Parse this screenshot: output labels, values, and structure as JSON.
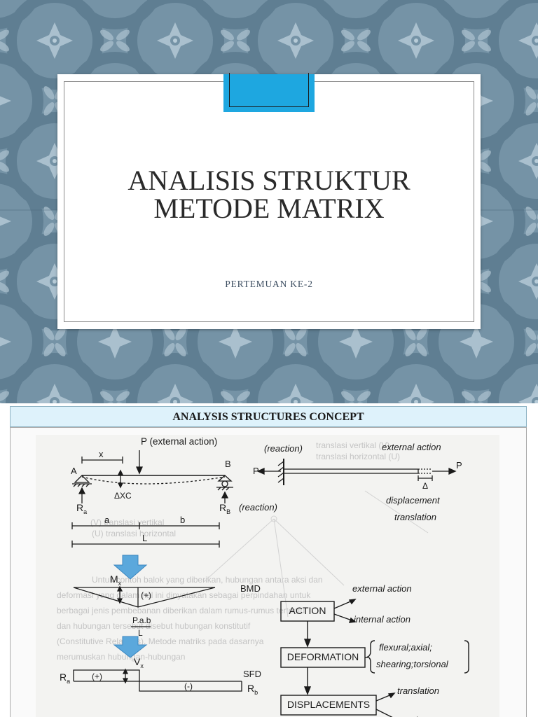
{
  "slide1": {
    "title_line1": "ANALISIS STRUKTUR",
    "title_line2": "METODE MATRIX",
    "subtitle": "PERTEMUAN KE-2",
    "colors": {
      "pattern_bg": "#7593a6",
      "pattern_ink": "#5f7e92",
      "accent": "#1ea7e0"
    }
  },
  "slide2": {
    "header": "ANALYSIS STRUCTURES CONCEPT",
    "beam": {
      "p_label": "P (external action)",
      "x_label": "x",
      "a_label": "A",
      "b_label": "B",
      "dxc_label": "ΔXC",
      "ra_label": "R",
      "ra_sub": "a",
      "rb_label": "R",
      "rb_sub": "B",
      "reaction_label": "(reaction)",
      "dim_a": "a",
      "dim_b": "b",
      "dim_l": "L"
    },
    "bar": {
      "reaction_label": "(reaction)",
      "external_label": "external action",
      "p_left": "P",
      "p_right": "P",
      "delta": "Δ",
      "displacement": "displacement",
      "translation": "translation"
    },
    "bmd": {
      "mx": "M",
      "mx_sub": "x",
      "plus": "(+)",
      "formula_num": "P.a.b",
      "formula_den": "L",
      "label": "BMD"
    },
    "sfd": {
      "vx": "V",
      "vx_sub": "x",
      "ra": "R",
      "ra_sub": "a",
      "plus": "(+)",
      "minus": "(-)",
      "rb": "R",
      "rb_sub": "b",
      "label": "SFD"
    },
    "flow": {
      "external_action": "external action",
      "action_box": "ACTION",
      "internal_action": "internal action",
      "deformation_box": "DEFORMATION",
      "deform_types_1": "flexural;axial;",
      "deform_types_2": "shearing;torsional",
      "displacements_box": "DISPLACEMENTS",
      "translation": "translation",
      "rotation": "rotation"
    }
  }
}
